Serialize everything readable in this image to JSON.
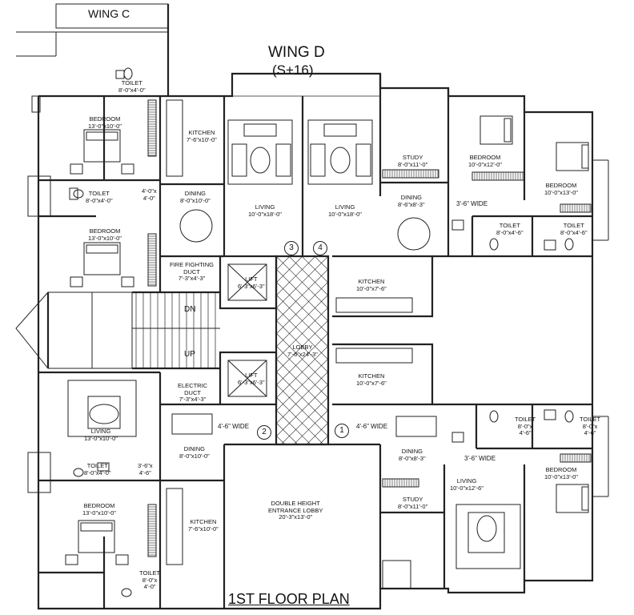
{
  "header": {
    "wing_c": "WING C",
    "wing_d": "WING D",
    "wing_d_floors": "(S+16)"
  },
  "footer": {
    "title": "1ST FLOOR PLAN"
  },
  "stairs": {
    "dn": "DN",
    "up": "UP"
  },
  "markers": [
    "1",
    "2",
    "3",
    "4"
  ],
  "passages": {
    "left_wide": "4'-6\" WIDE",
    "right_wide": "4'-6\" WIDE",
    "top_right_wide": "3'-6\" WIDE",
    "bottom_right_wide": "3'-6\" WIDE"
  },
  "rooms": {
    "tl_toilet": {
      "name": "TOILET",
      "dim": "8'-0\"x4'-0\""
    },
    "tl_bedroom": {
      "name": "BEDROOM",
      "dim": "13'-0\"x10'-0\""
    },
    "tl_kitchen": {
      "name": "KITCHEN",
      "dim": "7'-6\"x10'-0\""
    },
    "tl_toilet2": {
      "name": "TOILET",
      "dim": "8'-0\"x4'-0\""
    },
    "tl_passage": {
      "name": "4'-0\"x",
      "dim": "4'-0\""
    },
    "tl_dining": {
      "name": "DINING",
      "dim": "8'-0\"x10'-0\""
    },
    "tl_living": {
      "name": "LIVING",
      "dim": "10'-0\"x18'-0\""
    },
    "tl_bedroom2": {
      "name": "BEDROOM",
      "dim": "13'-0\"x10'-0\""
    },
    "fire_duct": {
      "name": "FIRE FIGHTING",
      "name2": "DUCT",
      "dim": "7'-3\"x4'-3\""
    },
    "lift_top": {
      "name": "LIFT",
      "dim": "6'-3\"x6'-3\""
    },
    "lift_bottom": {
      "name": "LIFT",
      "dim": "6'-3\"x6'-3\""
    },
    "lobby": {
      "name": "LOBBY",
      "dim": "7'-6\"x24'-3\""
    },
    "electric_duct": {
      "name": "ELECTRIC",
      "name2": "DUCT",
      "dim": "7'-3\"x4'-3\""
    },
    "tr_living": {
      "name": "LIVING",
      "dim": "10'-0\"x18'-0\""
    },
    "tr_study": {
      "name": "STUDY",
      "dim": "8'-0\"x11'-0\""
    },
    "tr_bedroom": {
      "name": "BEDROOM",
      "dim": "10'-0\"x12'-0\""
    },
    "tr_bedroom2": {
      "name": "BEDROOM",
      "dim": "10'-0\"x13'-0\""
    },
    "tr_dining": {
      "name": "DINING",
      "dim": "8'-6\"x8'-3\""
    },
    "tr_toilet": {
      "name": "TOILET",
      "dim": "8'-0\"x4'-6\""
    },
    "tr_toilet2": {
      "name": "TOILET",
      "dim": "8'-0\"x4'-6\""
    },
    "tr_kitchen": {
      "name": "KITCHEN",
      "dim": "10'-0\"x7'-6\""
    },
    "br_kitchen": {
      "name": "KITCHEN",
      "dim": "10'-0\"x7'-6\""
    },
    "bl_living": {
      "name": "LIVING",
      "dim": "13'-0\"x10'-0\""
    },
    "bl_dining": {
      "name": "DINING",
      "dim": "8'-0\"x10'-0\""
    },
    "bl_toilet": {
      "name": "TOILET",
      "dim": "8'-0\"x4'-0\""
    },
    "bl_passage": {
      "name": "3'-6\"x",
      "dim": "4'-6\""
    },
    "bl_bedroom": {
      "name": "BEDROOM",
      "dim": "13'-0\"x10'-0\""
    },
    "bl_kitchen": {
      "name": "KITCHEN",
      "dim": "7'-6\"x10'-0\""
    },
    "bl_toilet2": {
      "name": "TOILET",
      "name2": "8'-0\"x",
      "dim": "4'-0\""
    },
    "entrance_lobby": {
      "name": "DOUBLE HEIGHT",
      "name2": "ENTRANCE LOBBY",
      "dim": "20'-3\"x13'-0\""
    },
    "br_dining": {
      "name": "DINING",
      "dim": "8'-0\"x8'-3\""
    },
    "br_study": {
      "name": "STUDY",
      "dim": "8'-0\"x11'-0\""
    },
    "br_living": {
      "name": "LIVING",
      "dim": "10'-0\"x12'-6\""
    },
    "br_bedroom": {
      "name": "BEDROOM",
      "dim": "10'-0\"x13'-0\""
    },
    "br_toilet": {
      "name": "TOILET",
      "name2": "8'-0\"x",
      "dim": "4'-6\""
    },
    "br_toilet2": {
      "name": "TOILET",
      "name2": "8'-0\"x",
      "dim": "4'-6\""
    }
  }
}
